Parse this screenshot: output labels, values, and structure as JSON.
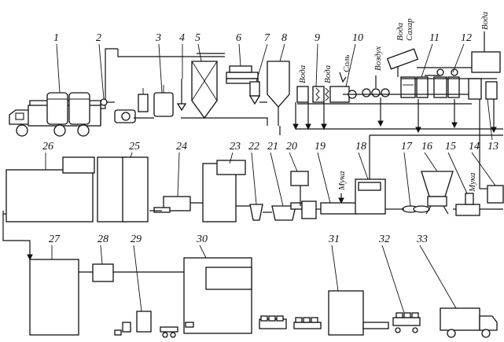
{
  "diagram": {
    "numbers": [
      "1",
      "2",
      "3",
      "4",
      "5",
      "6",
      "7",
      "8",
      "9",
      "10",
      "11",
      "12",
      "13",
      "14",
      "15",
      "16",
      "17",
      "18",
      "19",
      "20",
      "21",
      "22",
      "23",
      "24",
      "25",
      "26",
      "27",
      "28",
      "29",
      "30",
      "31",
      "32",
      "33"
    ],
    "labels": {
      "voda": "Вода",
      "sol": "Соль",
      "vozdukh": "Воздух",
      "sakhar": "Сахар",
      "muka": "Мука"
    }
  }
}
